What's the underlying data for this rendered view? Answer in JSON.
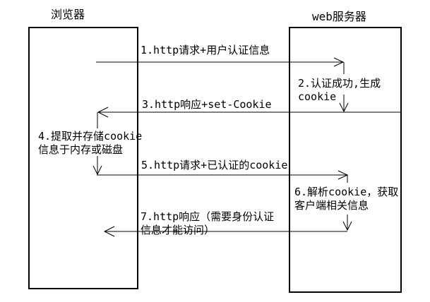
{
  "diagram": {
    "actors": [
      {
        "id": "browser",
        "label": "浏览器"
      },
      {
        "id": "web_server",
        "label": "web服务器"
      }
    ],
    "messages": [
      {
        "label": "1.http请求+用户认证信息",
        "from": "browser",
        "to": "web_server",
        "direction": "right"
      },
      {
        "label": "2.认证成功,生成\ncookie",
        "type": "internal",
        "actor": "web_server"
      },
      {
        "label": "3.http响应+set-Cookie",
        "from": "web_server",
        "to": "browser",
        "direction": "left"
      },
      {
        "label": "4.提取并存储cookie\n信息于内存或磁盘",
        "type": "internal",
        "actor": "browser"
      },
      {
        "label": "5.http请求+已认证的cookie",
        "from": "browser",
        "to": "web_server",
        "direction": "right"
      },
      {
        "label": "6.解析cookie，获取\n客户端相关信息",
        "type": "internal",
        "actor": "web_server"
      },
      {
        "label": "7.http响应（需要身份认证\n信息才能访问）",
        "from": "web_server",
        "to": "browser",
        "direction": "left"
      }
    ],
    "colors": {
      "line": "#000000",
      "background": "#ffffff"
    }
  }
}
